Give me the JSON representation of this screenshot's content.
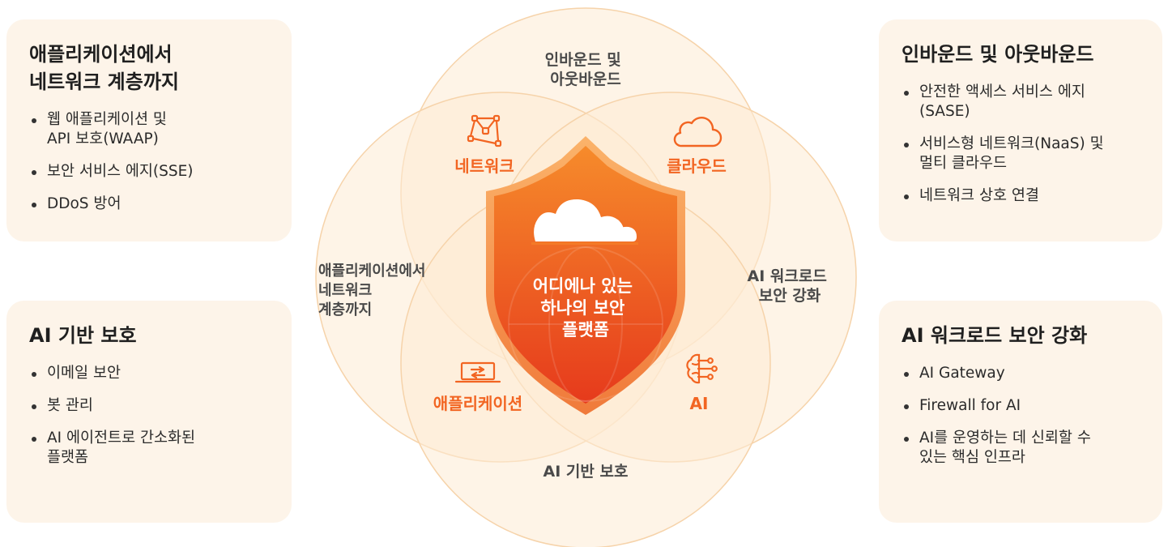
{
  "cards": {
    "top_left": {
      "title": "애플리케이션에서\n네트워크 계층까지",
      "items": [
        "웹 애플리케이션 및\nAPI 보호(WAAP)",
        "보안 서비스 에지(SSE)",
        "DDoS 방어"
      ]
    },
    "bottom_left": {
      "title": "AI 기반 보호",
      "items": [
        "이메일 보안",
        "봇 관리",
        "AI 에이전트로 간소화된\n플랫폼"
      ]
    },
    "top_right": {
      "title": "인바운드 및 아웃바운드",
      "items": [
        "안전한 액세스 서비스 에지\n(SASE)",
        "서비스형 네트워크(NaaS) 및\n멀티 클라우드",
        "네트워크 상호 연결"
      ]
    },
    "bottom_right": {
      "title": "AI 워크로드 보안 강화",
      "items": [
        "AI Gateway",
        "Firewall for AI",
        "AI를 운영하는 데 신뢰할 수\n있는 핵심 인프라"
      ]
    }
  },
  "diagram": {
    "outer_top": [
      "인바운드 및",
      "아웃바운드"
    ],
    "outer_left": [
      "애플리케이션에서",
      "네트워크",
      "계층까지"
    ],
    "outer_right": [
      "AI 워크로드",
      "보안 강화"
    ],
    "outer_bottom": "AI 기반 보호",
    "quad_network": "네트워크",
    "quad_cloud": "클라우드",
    "quad_application": "애플리케이션",
    "quad_ai": "AI",
    "center": [
      "어디에나 있는",
      "하나의 보안",
      "플랫폼"
    ]
  },
  "colors": {
    "accent": "#f26522",
    "circle_fill": "#fdebd3",
    "circle_stroke": "#f6d3aa",
    "shield_top": "#f58a2a",
    "shield_bottom": "#e8361a"
  }
}
